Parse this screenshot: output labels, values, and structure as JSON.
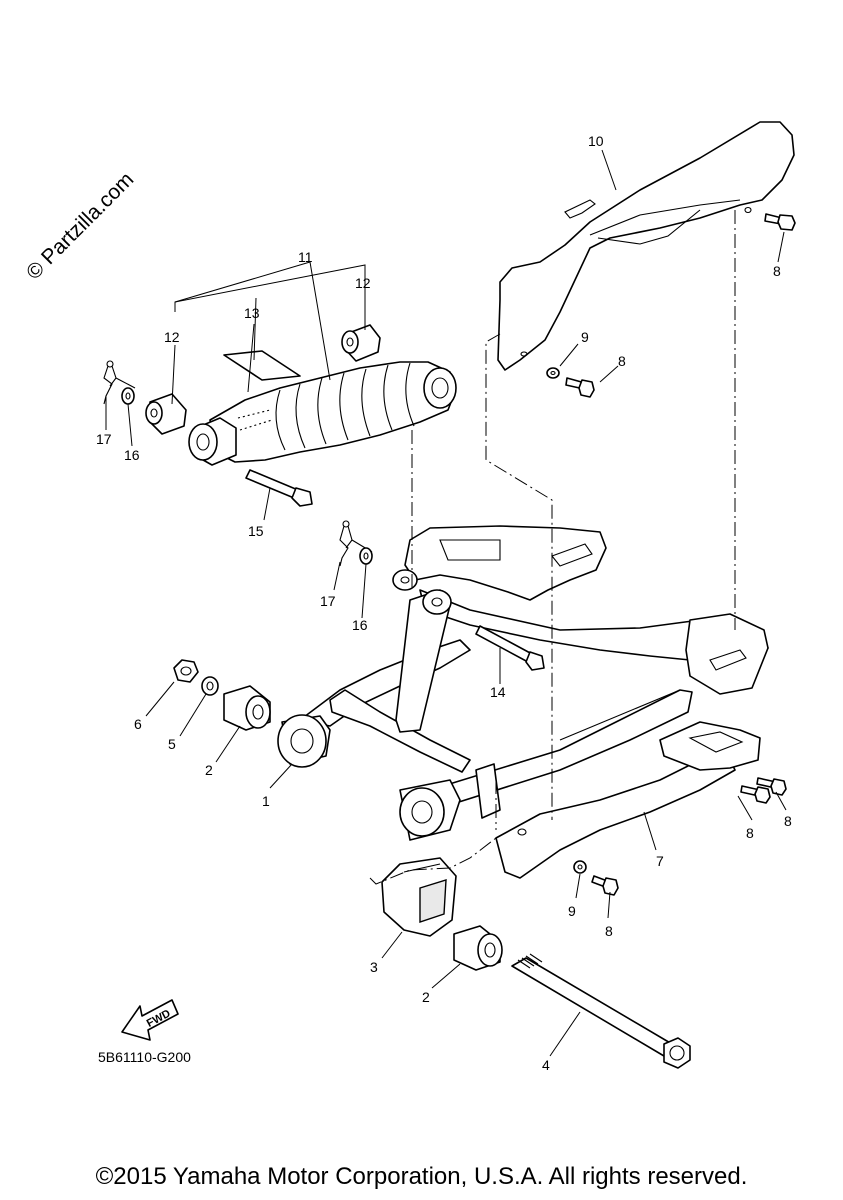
{
  "watermark": "© Partzilla.com",
  "diagram_code": "5B61110-G200",
  "fwd_label": "FWD",
  "copyright": "©2015 Yamaha Motor Corporation, U.S.A. All rights reserved.",
  "callouts": [
    {
      "id": "c10",
      "text": "10"
    },
    {
      "id": "c8a",
      "text": "8"
    },
    {
      "id": "c9a",
      "text": "9"
    },
    {
      "id": "c8b",
      "text": "8"
    },
    {
      "id": "c11",
      "text": "11"
    },
    {
      "id": "c12a",
      "text": "12"
    },
    {
      "id": "c12b",
      "text": "12"
    },
    {
      "id": "c13",
      "text": "13"
    },
    {
      "id": "c17a",
      "text": "17"
    },
    {
      "id": "c16a",
      "text": "16"
    },
    {
      "id": "c15",
      "text": "15"
    },
    {
      "id": "c17b",
      "text": "17"
    },
    {
      "id": "c16b",
      "text": "16"
    },
    {
      "id": "c14",
      "text": "14"
    },
    {
      "id": "c6",
      "text": "6"
    },
    {
      "id": "c5",
      "text": "5"
    },
    {
      "id": "c2a",
      "text": "2"
    },
    {
      "id": "c1",
      "text": "1"
    },
    {
      "id": "c8c",
      "text": "8"
    },
    {
      "id": "c8d",
      "text": "8"
    },
    {
      "id": "c7",
      "text": "7"
    },
    {
      "id": "c9b",
      "text": "9"
    },
    {
      "id": "c8e",
      "text": "8"
    },
    {
      "id": "c3",
      "text": "3"
    },
    {
      "id": "c2b",
      "text": "2"
    },
    {
      "id": "c4",
      "text": "4"
    }
  ]
}
